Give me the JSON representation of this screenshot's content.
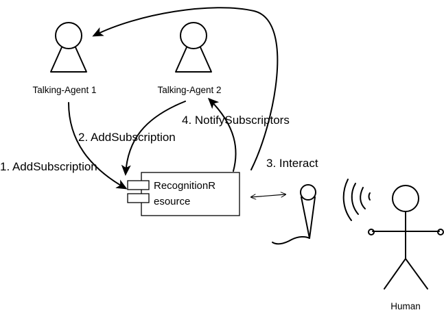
{
  "actors": {
    "agent1": "Talking-Agent 1",
    "agent2": "Talking-Agent 2",
    "human": "Human"
  },
  "component": {
    "line1": "RecognitionR",
    "line2": "esource"
  },
  "steps": {
    "step1": "1. AddSubscription",
    "step2": "2. AddSubscription",
    "step3": "3. Interact",
    "step4": "4. NotifySubscriptors"
  }
}
